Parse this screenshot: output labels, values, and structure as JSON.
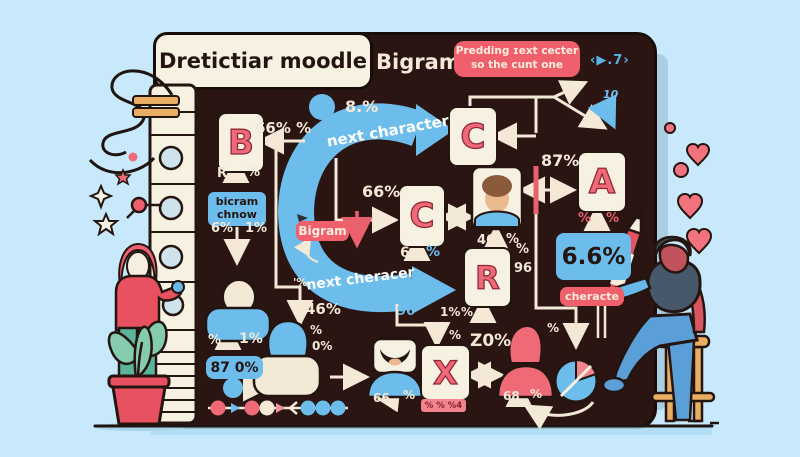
{
  "header": {
    "title": "Dretictiar moodle",
    "model_name": "Bigram",
    "badge_line1": "Predding ɪext cecter",
    "badge_line2": "so the cunt one",
    "code_glyph": "‹▶.7›"
  },
  "letters": {
    "b": "B",
    "c_top": "C",
    "c_mid": "C",
    "r": "R",
    "a": "A",
    "x": "X"
  },
  "flow": {
    "top_arrow_label": "next character",
    "bottom_arrow_label": "next cheracer",
    "bigram_tag": "Bigram",
    "character_tag": "cheracte",
    "note_line1": "bicram",
    "note_line2": "chnow"
  },
  "labels": {
    "dot_pct": "8.%",
    "b_in": "66% %",
    "b_r": "R.",
    "b_pct": "%",
    "pct6": "6%",
    "pct1": "1%",
    "mid66": "66%",
    "c6": "6.",
    "c_pct": "%",
    "p46": "46",
    "p46_pct": "%",
    "a87": "87%",
    "ten": "10",
    "a_pct_left": "%",
    "a_pct_right": "%",
    "box66": "6.6%",
    "r_pct_right": "%",
    "r_96_right": "96",
    "r_96_below": "96",
    "r_below_1": "1%",
    "r_below_2": "%",
    "x_pct": "%",
    "z0": "Z0%",
    "red_person_pct": "%",
    "s66": "66",
    "s66_pct": "%",
    "x_strip": "% % %4",
    "p68": "68",
    "p68_pct": "%",
    "left_pct": "%",
    "left_1pct": "1%",
    "box870": "87 0%",
    "m46": "46%",
    "m_pct": "%",
    "m0": "0%",
    "m_tick": "'%"
  },
  "colors": {
    "sky": "#c7e9fb",
    "board": "#2a1512",
    "cream": "#f3e9d6",
    "red": "#ee5f6e",
    "blue": "#6cbdeb"
  }
}
